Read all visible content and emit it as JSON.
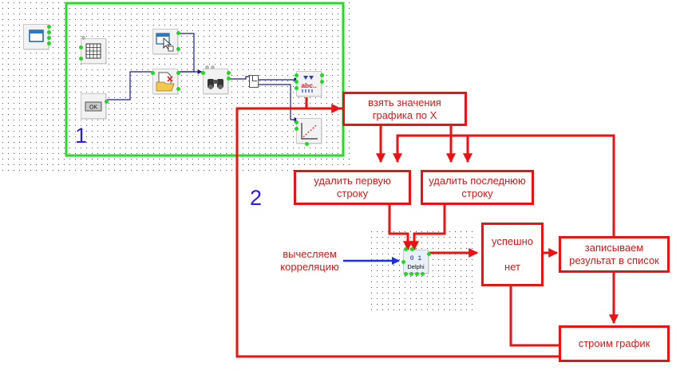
{
  "groups": {
    "group1_label": "1",
    "group2_label": "2"
  },
  "boxes": {
    "take_x": {
      "line1": "взять значения",
      "line2": "графика по X"
    },
    "delete_first": {
      "line1": "удалить первую",
      "line2": "строку"
    },
    "delete_last": {
      "line1": "удалить последнюю",
      "line2": "строку"
    },
    "success": {
      "line1": "успешно",
      "line2": "нет"
    },
    "write_result": {
      "line1": "записываем",
      "line2": "результат в список"
    },
    "build_chart": {
      "line1": "строим график"
    }
  },
  "annotation": {
    "line1": "вычесляем",
    "line2": "корреляцию"
  },
  "components": {
    "ok_button_caption": "OK",
    "delphi_caption": "Delphi",
    "delphi_index": "0 1",
    "label_caption": "abc.."
  },
  "colors": {
    "group1_border": "#22dd22",
    "flow_red": "#ee1111",
    "text_red": "#d41a1a",
    "wire_blue": "#1a1a8c",
    "arrow_blue": "#1c2ee8",
    "pin_green": "#1fd81f"
  }
}
